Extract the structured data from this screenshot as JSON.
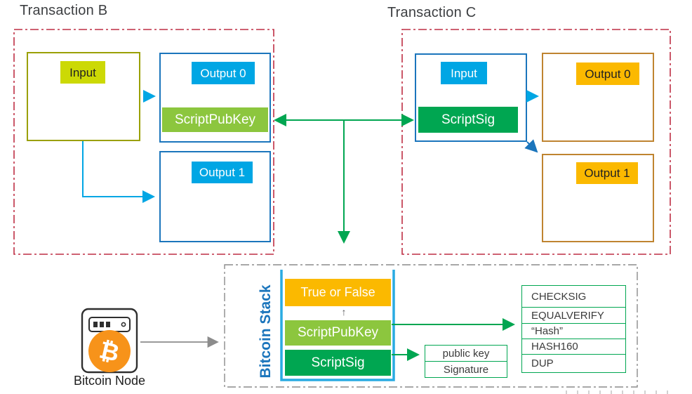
{
  "transaction_b": {
    "title": "Transaction B",
    "input_label": "Input",
    "output0_label": "Output 0",
    "scriptpubkey_label": "ScriptPubKey",
    "output1_label": "Output 1"
  },
  "transaction_c": {
    "title": "Transaction C",
    "input_label": "Input",
    "scriptsig_label": "ScriptSig",
    "output0_label": "Output 0",
    "output1_label": "Output 1"
  },
  "stack": {
    "title": "Bitcoin Stack",
    "true_or_false_label": "True or False",
    "scriptpubkey_label": "ScriptPubKey",
    "scriptsig_label": "ScriptSig",
    "up_arrow": "↑"
  },
  "opcodes": [
    "CHECKSIG",
    "EQUALVERIFY",
    "“Hash”",
    "HASH160",
    "DUP"
  ],
  "stack_inputs": [
    "public key",
    "Signature"
  ],
  "node": {
    "label": "Bitcoin Node",
    "currency_symbol": "₿"
  },
  "colors": {
    "chartreuse": "#ccd905",
    "olive_border": "#9aa005",
    "cyan": "#00a6e4",
    "blue_border": "#1b75bc",
    "stack_blue": "#29abe2",
    "light_green": "#8cc63e",
    "green": "#00a651",
    "amber": "#fbb900",
    "orange_border": "#bf8430",
    "crimson": "#be2e44",
    "gray": "#8c8c8c",
    "dark_text": "#3d3f42",
    "bitcoin_orange": "#f7931a"
  }
}
